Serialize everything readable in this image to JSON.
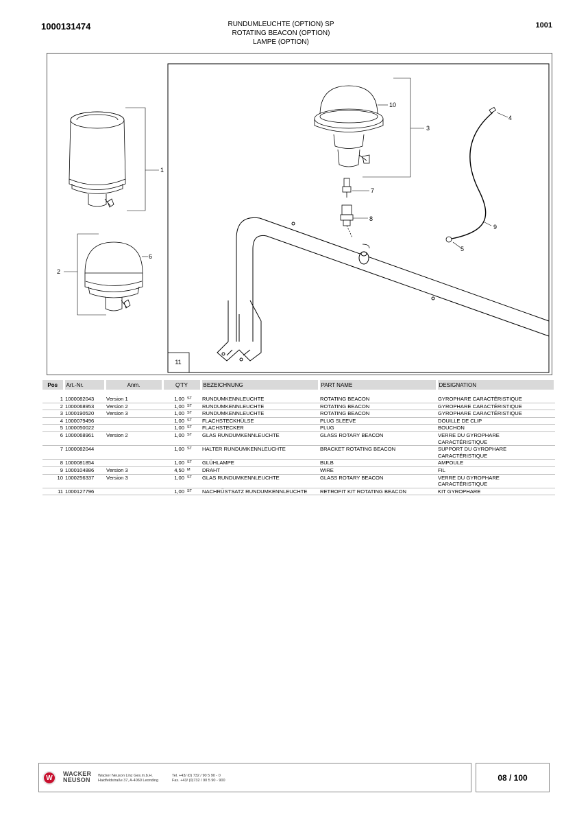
{
  "header": {
    "doc_number": "1000131474",
    "title_lines": [
      "RUNDUMLEUCHTE (OPTION) SP",
      "ROTATING BEACON (OPTION)",
      "LAMPE (OPTION)"
    ],
    "page_code": "1001"
  },
  "figure": {
    "callouts": [
      "1",
      "2",
      "3",
      "4",
      "5",
      "6",
      "7",
      "8",
      "9",
      "10"
    ],
    "inset_label": "11"
  },
  "table": {
    "headers": {
      "pos": "Pos",
      "art": "Art.-Nr.",
      "anm": "Anm.",
      "qty": "Q'TY",
      "de": "BEZEICHNUNG",
      "en": "PART NAME",
      "fr": "DESIGNATION"
    },
    "rows": [
      {
        "pos": "1",
        "art": "1000082043",
        "anm": "Version 1",
        "qty": "1,00",
        "unit": "ST",
        "de": "RUNDUMKENNLEUCHTE",
        "en": "ROTATING BEACON",
        "fr": "GYROPHARE CARACTÉRISTIQUE"
      },
      {
        "pos": "2",
        "art": "1000068953",
        "anm": "Version 2",
        "qty": "1,00",
        "unit": "ST",
        "de": "RUNDUMKENNLEUCHTE",
        "en": "ROTATING BEACON",
        "fr": "GYROPHARE CARACTÉRISTIQUE"
      },
      {
        "pos": "3",
        "art": "1000190520",
        "anm": "Version 3",
        "qty": "1,00",
        "unit": "ST",
        "de": "RUNDUMKENNLEUCHTE",
        "en": "ROTATING BEACON",
        "fr": "GYROPHARE CARACTÉRISTIQUE"
      },
      {
        "pos": "4",
        "art": "1000079496",
        "anm": "",
        "qty": "1,00",
        "unit": "ST",
        "de": "FLACHSTECKHÜLSE",
        "en": "PLUG SLEEVE",
        "fr": "DOUILLE DE CLIP"
      },
      {
        "pos": "5",
        "art": "1000050022",
        "anm": "",
        "qty": "1,00",
        "unit": "ST",
        "de": "FLACHSTECKER",
        "en": "PLUG",
        "fr": "BOUCHON"
      },
      {
        "pos": "6",
        "art": "1000068961",
        "anm": "Version 2",
        "qty": "1,00",
        "unit": "ST",
        "de": "GLAS RUNDUMKENNLEUCHTE",
        "en": "GLASS ROTARY BEACON",
        "fr": "VERRE DU GYROPHARE\nCARACTÉRISTIQUE"
      },
      {
        "pos": "7",
        "art": "1000082044",
        "anm": "",
        "qty": "1,00",
        "unit": "ST",
        "de": "HALTER RUNDUMKENNLEUCHTE",
        "en": "BRACKET ROTATING BEACON",
        "fr": "SUPPORT DU GYROPHARE\nCARACTÉRISTIQUE"
      },
      {
        "pos": "8",
        "art": "1000081854",
        "anm": "",
        "qty": "1,00",
        "unit": "ST",
        "de": "GLÜHLAMPE",
        "en": "BULB",
        "fr": "AMPOULE"
      },
      {
        "pos": "9",
        "art": "1000104886",
        "anm": "Version 3",
        "qty": "4,50",
        "unit": "M",
        "de": "DRAHT",
        "en": "WIRE",
        "fr": "FIL"
      },
      {
        "pos": "10",
        "art": "1000256337",
        "anm": "Version 3",
        "qty": "1,00",
        "unit": "ST",
        "de": "GLAS RUNDUMKENNLEUCHTE",
        "en": "GLASS ROTARY BEACON",
        "fr": "VERRE DU GYROPHARE\nCARACTÉRISTIQUE"
      },
      {
        "pos": "11",
        "art": "1000127796",
        "anm": "",
        "qty": "1,00",
        "unit": "ST",
        "de": "NACHRÜSTSATZ RUNDUMKENNLEUCHTE",
        "en": "RETROFIT KIT ROTATING BEACON",
        "fr": "KIT  GYROPHARE"
      }
    ]
  },
  "footer": {
    "logo_mark": "W",
    "logo_line1": "WACKER",
    "logo_line2": "NEUSON",
    "company_line1": "Wacker Neuson Linz  Ges.m.b.H.",
    "company_line2": "Haidfeldstraße 37, A-4060 Leonding",
    "tel": "Tel. +43/ (0) 732 / 90 5 90 - 0",
    "fax": "Fax. +43/ (0)732 / 90 5 90 - 900",
    "page": "08 / 100"
  },
  "colors": {
    "header_bg": "#d9d9d9",
    "logo_red": "#c8102e",
    "line": "#000000"
  }
}
